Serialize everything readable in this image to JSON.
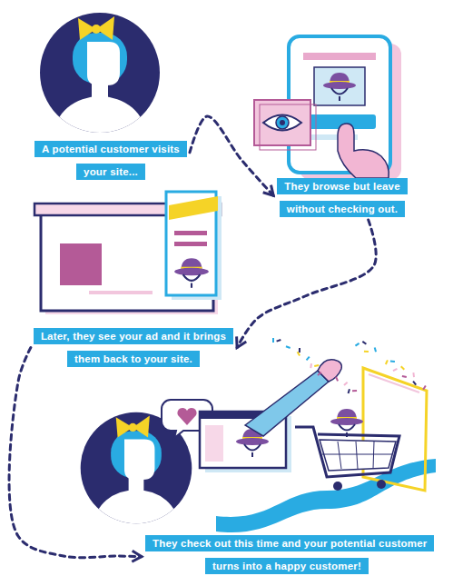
{
  "diagram": {
    "nodes": [
      {
        "text": [
          "A potential customer visits your site..."
        ]
      },
      {
        "text": [
          "They browse but leave without checking out."
        ]
      },
      {
        "text": [
          "Later, they see your ad and it brings them back to your site."
        ]
      },
      {
        "text": [
          "They check out this time and your potential customer turns into a happy customer!"
        ]
      }
    ],
    "edges": [
      {
        "from": 0,
        "to": 1,
        "arrow": "to"
      },
      {
        "from": 1,
        "to": 2,
        "arrow": "to"
      },
      {
        "from": 2,
        "to": 3,
        "arrow": "to"
      }
    ]
  }
}
